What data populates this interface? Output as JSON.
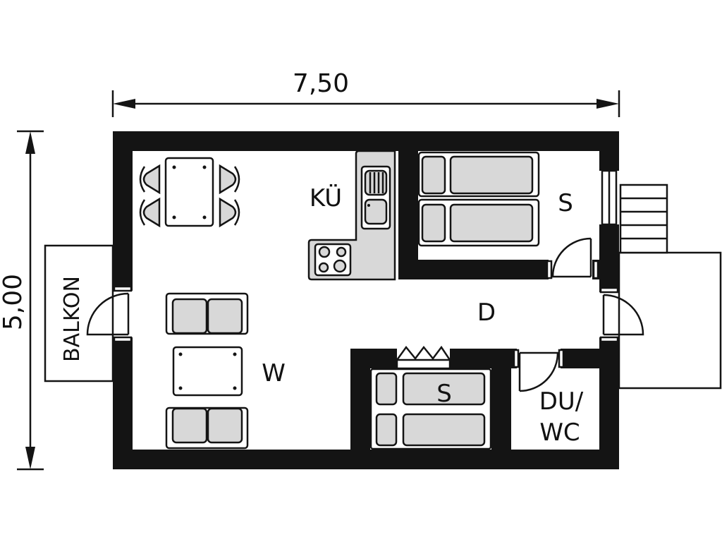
{
  "dimensions": {
    "width": "7,50",
    "height": "5,00"
  },
  "rooms": {
    "kitchen": "KÜ",
    "bedroom_top": "S",
    "hall": "D",
    "living": "W",
    "bedroom_bottom": "S",
    "bath_line1": "DU/",
    "bath_line2": "WC",
    "balcony": "BALKON"
  },
  "colors": {
    "wall": "#141414",
    "furniture": "#d8d8d8"
  }
}
